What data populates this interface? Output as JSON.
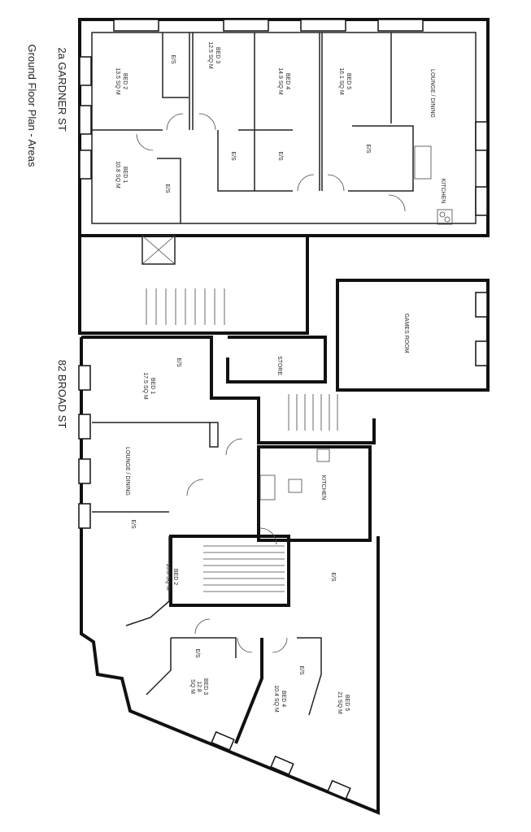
{
  "titles": {
    "building_a": "2a GARDNER ST",
    "subtitle": "Ground Floor Plan - Areas",
    "building_b": "82 BROAD ST"
  },
  "gardner": {
    "bed2": {
      "name": "BED 2",
      "area": "13.5 SQ M"
    },
    "bed3": {
      "name": "BED 3",
      "area": "12.5 SQ M"
    },
    "bed4": {
      "name": "BED 4",
      "area": "14.9 SQ M"
    },
    "bed5": {
      "name": "BED 5",
      "area": "16.1 SQ M"
    },
    "bed1": {
      "name": "BED 1",
      "area": "10.8 SQ M"
    },
    "lounge": "LOUNGE / DINING",
    "kitchen": "KITCHEN",
    "games": "GAMES ROOM",
    "store": "STORE",
    "es": "E/S"
  },
  "broad": {
    "bed1": {
      "name": "BED 1",
      "area": "17.5 SQ M"
    },
    "lounge": "LOUNGE / DINING",
    "kitchen": "KITCHEN",
    "bed2": {
      "name": "BED 2",
      "area": "10.8 SQ M"
    },
    "bed3": {
      "name": "BED 3",
      "area1": "12.8",
      "area2": "SQ M"
    },
    "bed4": {
      "name": "BED 4",
      "area": "10.4 SQ M"
    },
    "bed5": {
      "name": "BED 5",
      "area": "21 SQ M"
    },
    "es": "E/S"
  }
}
